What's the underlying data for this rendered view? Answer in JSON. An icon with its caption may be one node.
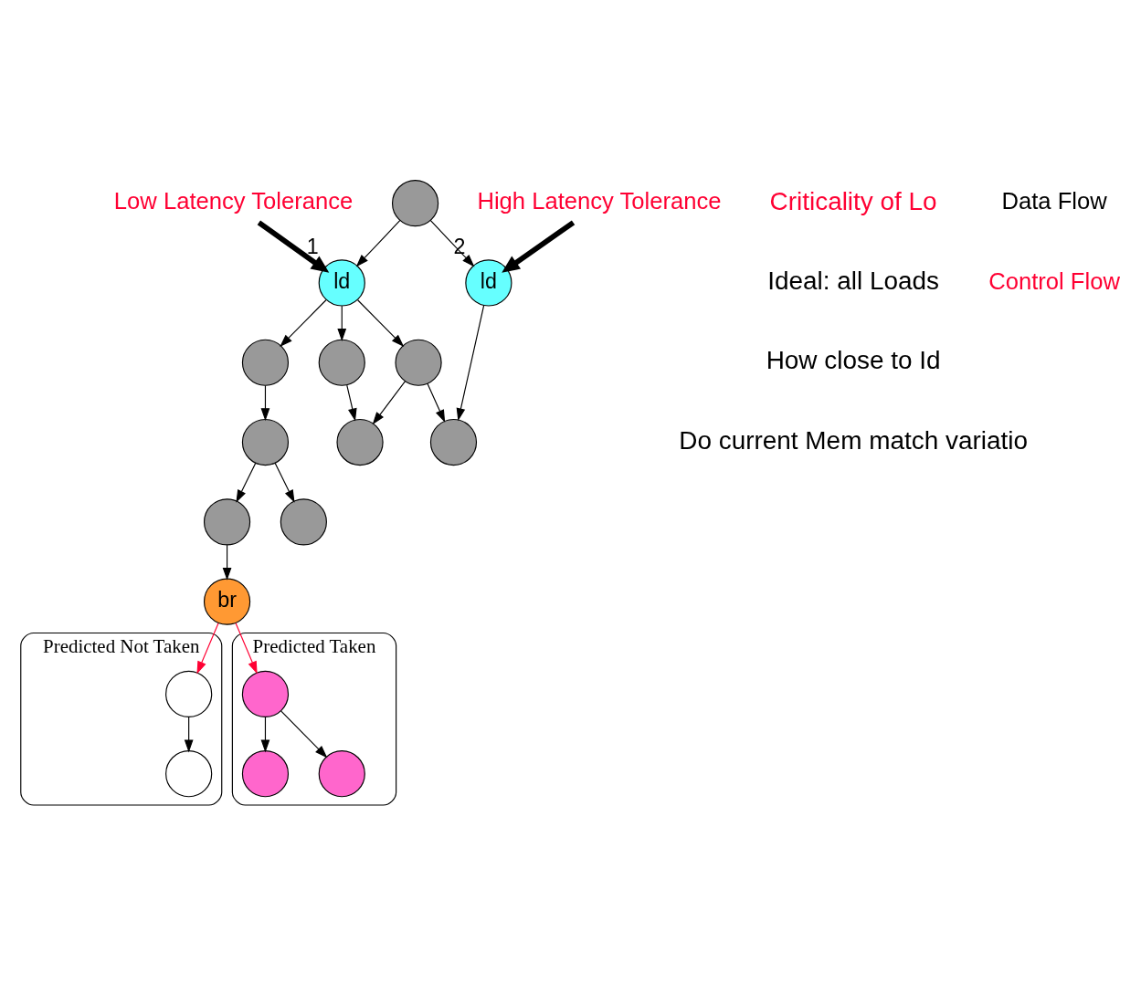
{
  "diagram": {
    "nodes": [
      {
        "text": [],
        "shape": "circle"
      },
      {
        "text": [
          "ld"
        ],
        "beside": [
          "1"
        ]
      },
      {
        "text": [
          "ld"
        ],
        "beside": [
          "2"
        ]
      },
      {
        "text": [],
        "shape": "circle"
      },
      {
        "text": [],
        "shape": "circle"
      },
      {
        "text": [],
        "shape": "circle"
      },
      {
        "text": [],
        "shape": "circle"
      },
      {
        "text": [],
        "shape": "circle"
      },
      {
        "text": [],
        "shape": "circle"
      },
      {
        "text": [],
        "shape": "circle"
      },
      {
        "text": [],
        "shape": "circle"
      },
      {
        "text": [
          "br"
        ]
      },
      {
        "text": [
          "Predicted Not Taken"
        ]
      },
      {
        "text": [],
        "shape": "circle",
        "in": 12
      },
      {
        "text": [],
        "shape": "circle",
        "in": 12
      },
      {
        "text": [
          "Predicted Taken"
        ]
      },
      {
        "text": [],
        "shape": "circle",
        "in": 15
      },
      {
        "text": [],
        "shape": "circle",
        "in": 15
      },
      {
        "text": [],
        "shape": "circle",
        "in": 15
      },
      {
        "text": [
          "Low Latency Tolerance"
        ]
      },
      {
        "text": [
          "High Latency Tolerance"
        ]
      }
    ],
    "edges": [
      {
        "from": 0,
        "to": 1,
        "arrow": "to"
      },
      {
        "from": 0,
        "to": 2,
        "arrow": "to"
      },
      {
        "from": 1,
        "to": 3,
        "arrow": "to"
      },
      {
        "from": 1,
        "to": 4,
        "arrow": "to"
      },
      {
        "from": 1,
        "to": 5,
        "arrow": "to"
      },
      {
        "from": 2,
        "to": 8,
        "arrow": "to"
      },
      {
        "from": 3,
        "to": 6,
        "arrow": "to"
      },
      {
        "from": 4,
        "to": 7,
        "arrow": "to"
      },
      {
        "from": 5,
        "to": 7,
        "arrow": "to"
      },
      {
        "from": 5,
        "to": 8,
        "arrow": "to"
      },
      {
        "from": 6,
        "to": 9,
        "arrow": "to"
      },
      {
        "from": 6,
        "to": 10,
        "arrow": "to"
      },
      {
        "from": 9,
        "to": 11,
        "arrow": "to"
      },
      {
        "from": 11,
        "to": 13,
        "arrow": "to",
        "color": "#ff0033"
      },
      {
        "from": 11,
        "to": 16,
        "arrow": "to",
        "color": "#ff0033"
      },
      {
        "from": 13,
        "to": 14,
        "arrow": "to"
      },
      {
        "from": 16,
        "to": 17,
        "arrow": "to"
      },
      {
        "from": 16,
        "to": 18,
        "arrow": "to"
      },
      {
        "from": 19,
        "to": 1,
        "arrow": "to",
        "style": "thick"
      },
      {
        "from": 20,
        "to": 2,
        "arrow": "to",
        "style": "thick"
      }
    ],
    "labels": [
      "Criticality of Lo",
      "Ideal: all Loads",
      "How close to Id",
      "Do current Mem match variatio"
    ],
    "legend": [
      {
        "text": "Data Flow"
      },
      {
        "text": "Control Flow"
      }
    ]
  }
}
